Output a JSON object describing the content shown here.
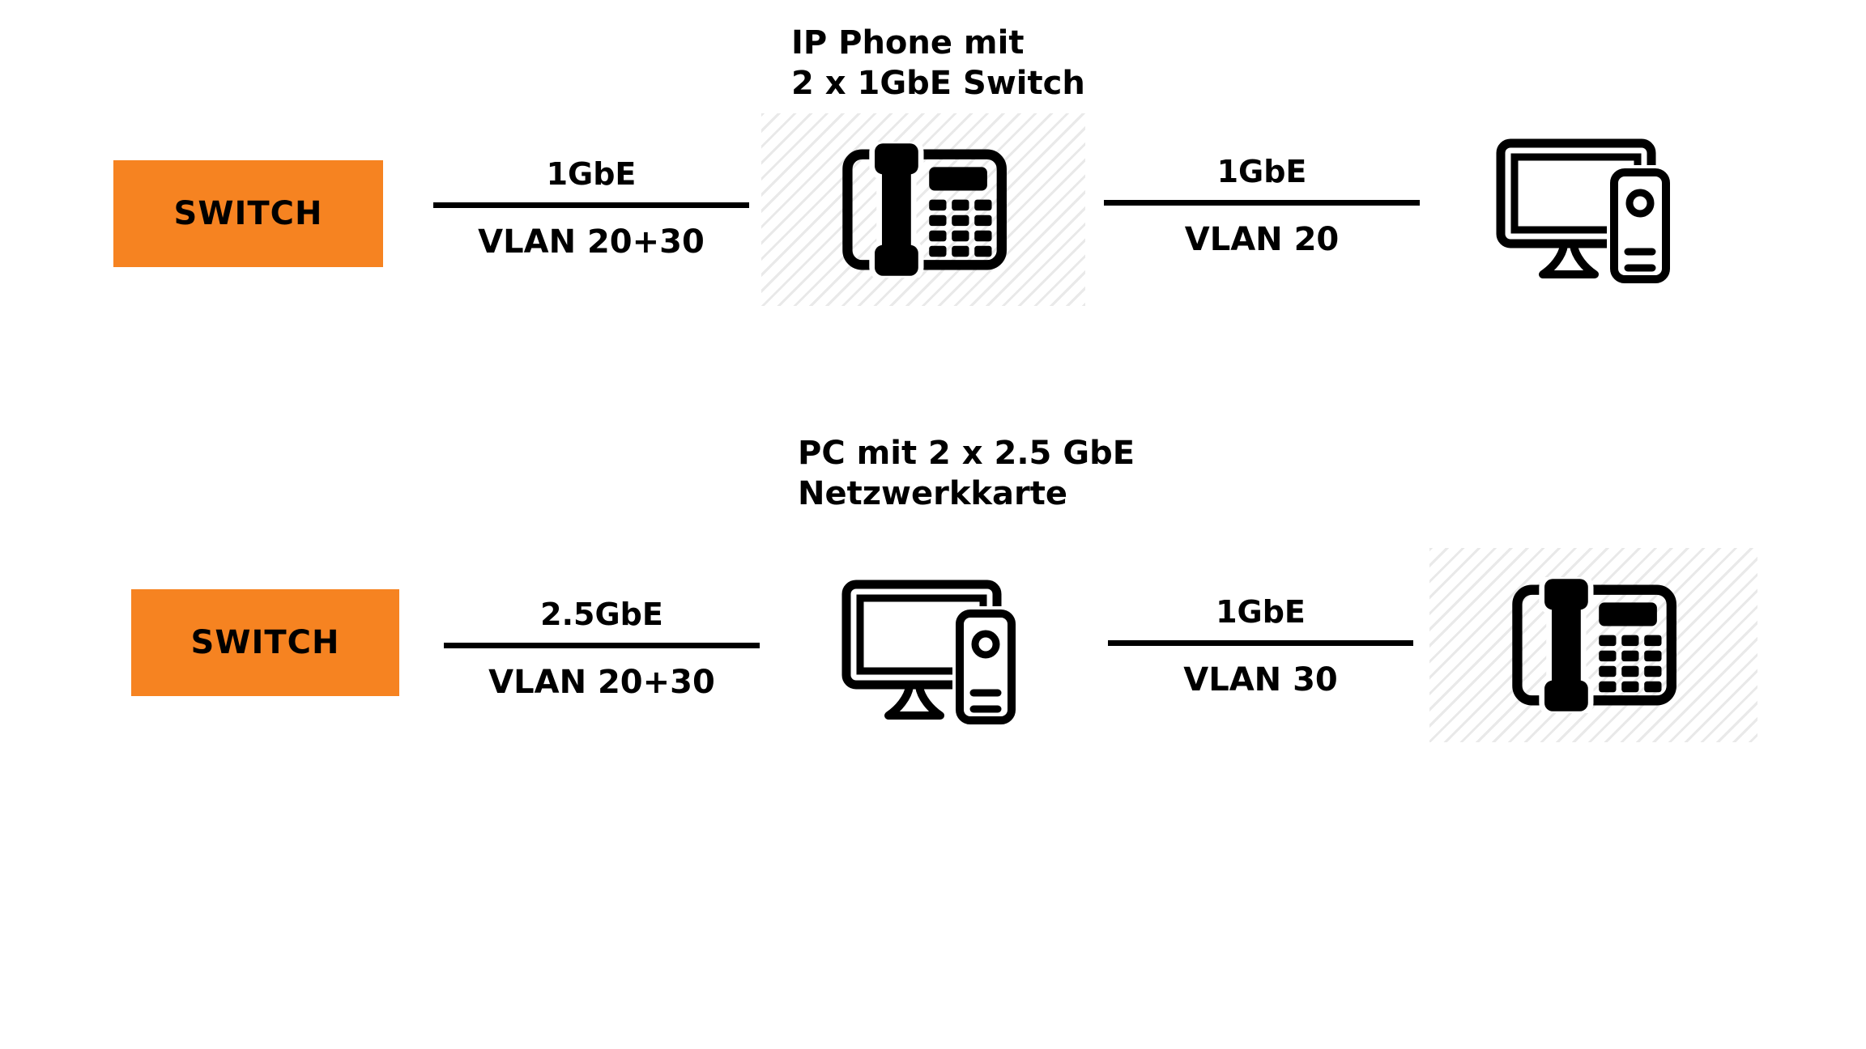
{
  "colors": {
    "switch_bg": "#F68321",
    "line": "#000000",
    "text": "#000000",
    "hatch_stripe": "#e9e9e9",
    "background": "#ffffff"
  },
  "row1": {
    "switch_label": "SWITCH",
    "left_link": {
      "speed": "1GbE",
      "vlan": "VLAN 20+30"
    },
    "device": {
      "title_line1": "IP Phone mit",
      "title_line2": "2 x 1GbE Switch",
      "icon": "ip-phone-icon"
    },
    "right_link": {
      "speed": "1GbE",
      "vlan": "VLAN 20"
    },
    "endpoint": {
      "icon": "desktop-pc-icon"
    }
  },
  "row2": {
    "switch_label": "SWITCH",
    "left_link": {
      "speed": "2.5GbE",
      "vlan": "VLAN 20+30"
    },
    "device": {
      "title_line1": "PC mit 2 x 2.5 GbE",
      "title_line2": "Netzwerkkarte",
      "icon": "desktop-pc-icon"
    },
    "right_link": {
      "speed": "1GbE",
      "vlan": "VLAN 30"
    },
    "endpoint": {
      "icon": "ip-phone-icon"
    }
  }
}
